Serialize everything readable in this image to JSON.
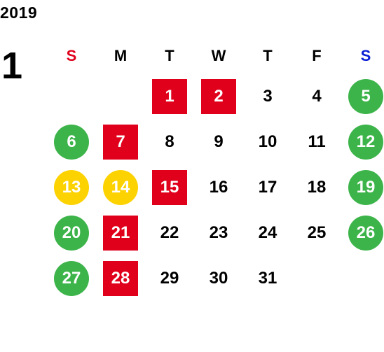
{
  "calendar": {
    "year": "2019",
    "month": "1",
    "weekdays": [
      {
        "label": "S",
        "color": "#e0001b"
      },
      {
        "label": "M",
        "color": "#000000"
      },
      {
        "label": "T",
        "color": "#000000"
      },
      {
        "label": "W",
        "color": "#000000"
      },
      {
        "label": "T",
        "color": "#000000"
      },
      {
        "label": "F",
        "color": "#000000"
      },
      {
        "label": "S",
        "color": "#0a1fd6"
      }
    ],
    "weeks": [
      [
        {
          "day": "",
          "style": "none"
        },
        {
          "day": "",
          "style": "none"
        },
        {
          "day": "1",
          "style": "red"
        },
        {
          "day": "2",
          "style": "red"
        },
        {
          "day": "3",
          "style": "none"
        },
        {
          "day": "4",
          "style": "none"
        },
        {
          "day": "5",
          "style": "green"
        }
      ],
      [
        {
          "day": "6",
          "style": "green"
        },
        {
          "day": "7",
          "style": "red"
        },
        {
          "day": "8",
          "style": "none"
        },
        {
          "day": "9",
          "style": "none"
        },
        {
          "day": "10",
          "style": "none"
        },
        {
          "day": "11",
          "style": "none"
        },
        {
          "day": "12",
          "style": "green"
        }
      ],
      [
        {
          "day": "13",
          "style": "yellow"
        },
        {
          "day": "14",
          "style": "yellow"
        },
        {
          "day": "15",
          "style": "red"
        },
        {
          "day": "16",
          "style": "none"
        },
        {
          "day": "17",
          "style": "none"
        },
        {
          "day": "18",
          "style": "none"
        },
        {
          "day": "19",
          "style": "green"
        }
      ],
      [
        {
          "day": "20",
          "style": "green"
        },
        {
          "day": "21",
          "style": "red"
        },
        {
          "day": "22",
          "style": "none"
        },
        {
          "day": "23",
          "style": "none"
        },
        {
          "day": "24",
          "style": "none"
        },
        {
          "day": "25",
          "style": "none"
        },
        {
          "day": "26",
          "style": "green"
        }
      ],
      [
        {
          "day": "27",
          "style": "green"
        },
        {
          "day": "28",
          "style": "red"
        },
        {
          "day": "29",
          "style": "none"
        },
        {
          "day": "30",
          "style": "none"
        },
        {
          "day": "31",
          "style": "none"
        },
        {
          "day": "",
          "style": "none"
        },
        {
          "day": "",
          "style": "none"
        }
      ]
    ],
    "colors": {
      "red_highlight": "#e0001b",
      "green_highlight": "#3cb44a",
      "yellow_highlight": "#fcd200",
      "sunday": "#e0001b",
      "saturday": "#0a1fd6"
    }
  }
}
